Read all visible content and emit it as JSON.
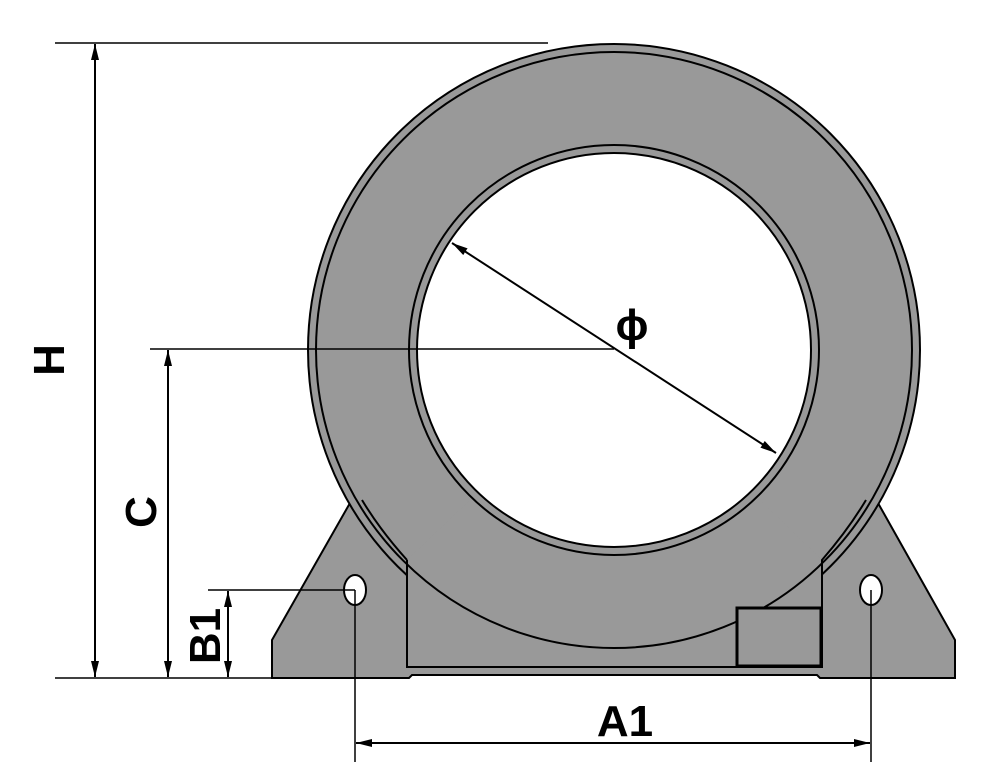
{
  "labels": {
    "H": "H",
    "C": "C",
    "B1": "B1",
    "A1": "A1",
    "phi": "ϕ"
  },
  "colors": {
    "body": "#999999",
    "line": "#000000"
  }
}
